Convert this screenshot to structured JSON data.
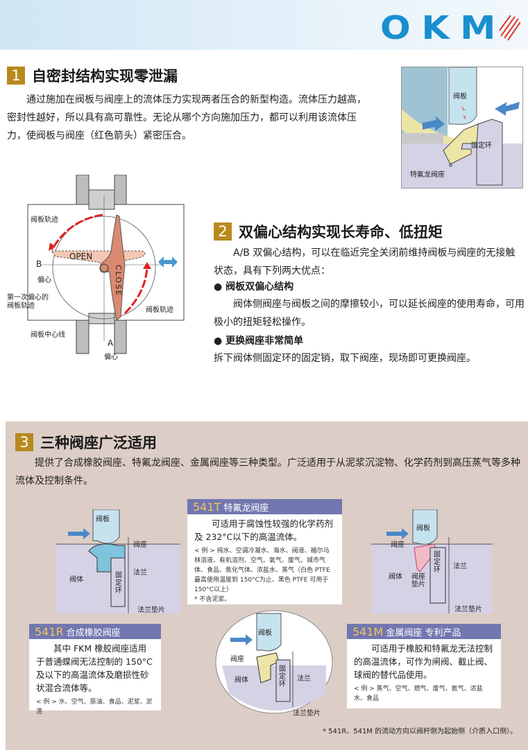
{
  "header": {
    "logo_text": "OKM"
  },
  "section1": {
    "number": "1",
    "title": "自密封结构实现零泄漏",
    "paragraph": "通过施加在阀板与阀座上的流体压力实现两者压合的新型构造。流体压力越高，密封性越好，所以具有高可靠性。无论从哪个方向施加压力，都可以利用该流体压力，使阀板与阀座（红色箭头）紧密压合。",
    "diagram": {
      "disc": "阀板",
      "retainer": "固定环",
      "seat": "特氟龙阀座",
      "reg": "®"
    }
  },
  "section2": {
    "number": "2",
    "title": "双偏心结构实现长寿命、低扭矩",
    "intro": "A/B 双偏心结构，可以在临近完全关闭前维持阀板与阀座的无接触状态，具有下列两大优点：",
    "points": [
      {
        "title": "● 阀板双偏心结构",
        "text": "阀体侧阀座与阀板之间的摩擦较小，可以延长阀座的使用寿命，可用极小的扭矩轻松操作。"
      },
      {
        "title": "● 更换阀座非常简单",
        "text": "拆下阀体侧固定环的固定销，取下阀座，现场即可更换阀座。"
      }
    ],
    "diagram": {
      "track_left": "阀板轨迹",
      "open": "OPEN",
      "close": "CLOSE",
      "b": "B",
      "offset_b": "偏心",
      "first_offset": "第一次偏心的",
      "first_offset2": "阀板轨迹",
      "track_right": "阀板轨迹",
      "centerline": "阀板中心线",
      "a": "A",
      "offset_a": "偏心"
    }
  },
  "section3": {
    "number": "3",
    "title": "三种阀座广泛适用",
    "intro": "提供了合成橡胶阀座、特氟龙阀座、金属阀座等三种类型。广泛适用于从泥浆沉淀物、化学药剂到高压蒸气等多种流体及控制条件。",
    "cards": {
      "t": {
        "code": "541T",
        "name": "特氟龙阀座",
        "main": "可适用于腐蚀性较强的化学药剂及 232°C以下的高温流体。",
        "example": "< 例 > 纯水、空调冷凝水、海水、阀液、福尔马林溶液、有机溶剂、空气、氧气、废气、城市气体、食品、焦化气体、浓盐水、蒸气（白色 PTFE 最高使用温度到 150°C为止、黑色 PTFE 可用于 150°C以上）",
        "note": "* 不含泥浆。"
      },
      "r": {
        "code": "541R",
        "name": "合成橡胶阀座",
        "main": "其中 FKM 橡胶阀座适用于普通蝶阀无法控制的 150°C及以下的高温流体及磨损性砂状混合流体等。",
        "example": "< 例 > 水、空气、原油、食品、泥浆、淤渣"
      },
      "m": {
        "code": "541M",
        "name": "金属阀座 专利产品",
        "main": "可适用于橡胶和特氟龙无法控制的高温流体，可作为闸阀、截止阀、球阀的替代品使用。",
        "example": "< 例 > 蒸气、空气、燃气、废气、氮气、浓盐水、食品"
      }
    },
    "diagrams": {
      "left": {
        "disc": "阀板",
        "seat": "阀座",
        "body": "阀体",
        "ring": "固定环",
        "flange": "法兰",
        "gasket": "法兰垫片"
      },
      "center": {
        "disc": "阀板",
        "seat": "阀座",
        "body": "阀体",
        "ring": "固定环",
        "flange": "法兰",
        "gasket": "法兰垫片"
      },
      "right": {
        "disc": "阀板",
        "seat": "阀座",
        "body": "阀体",
        "ring": "固定环",
        "flange": "法兰",
        "gasket": "法兰垫片",
        "seat_gasket": "阀座垫片"
      }
    },
    "footnote": "* 541R、541M 的流动方向以阀杆侧为起始侧（介质入口侧）。"
  },
  "colors": {
    "accent_gold": "#b8891f",
    "card_header": "#7277b0",
    "logo_blue": "#1a8fd0",
    "logo_red": "#e03a2a",
    "section3_bg": "#dccdc6"
  }
}
